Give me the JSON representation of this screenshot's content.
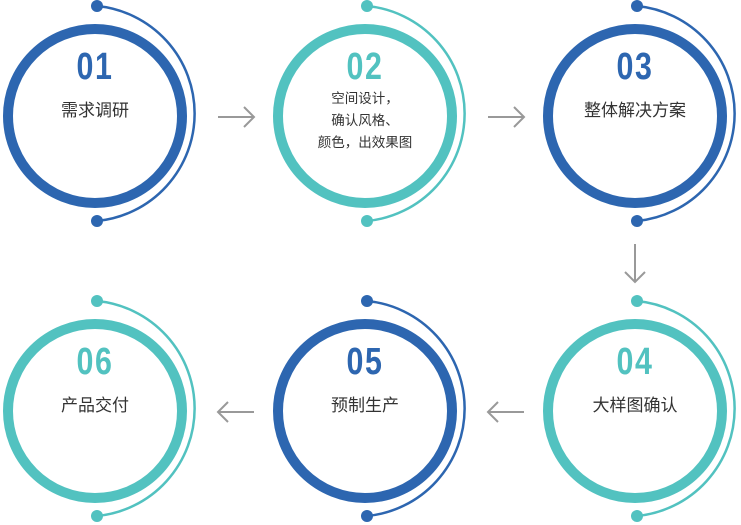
{
  "colors": {
    "blue": "#2d66b0",
    "teal": "#52c2c0",
    "arrow": "#999999"
  },
  "steps": [
    {
      "number": "01",
      "label": "需求调研",
      "color": "blue"
    },
    {
      "number": "02",
      "lines": [
        "空间设计，",
        "确认风格、",
        "颜色，出效果图"
      ],
      "color": "teal"
    },
    {
      "number": "03",
      "label": "整体解决方案",
      "color": "blue"
    },
    {
      "number": "04",
      "label": "大样图确认",
      "color": "teal"
    },
    {
      "number": "05",
      "label": "预制生产",
      "color": "blue"
    },
    {
      "number": "06",
      "label": "产品交付",
      "color": "teal"
    }
  ]
}
